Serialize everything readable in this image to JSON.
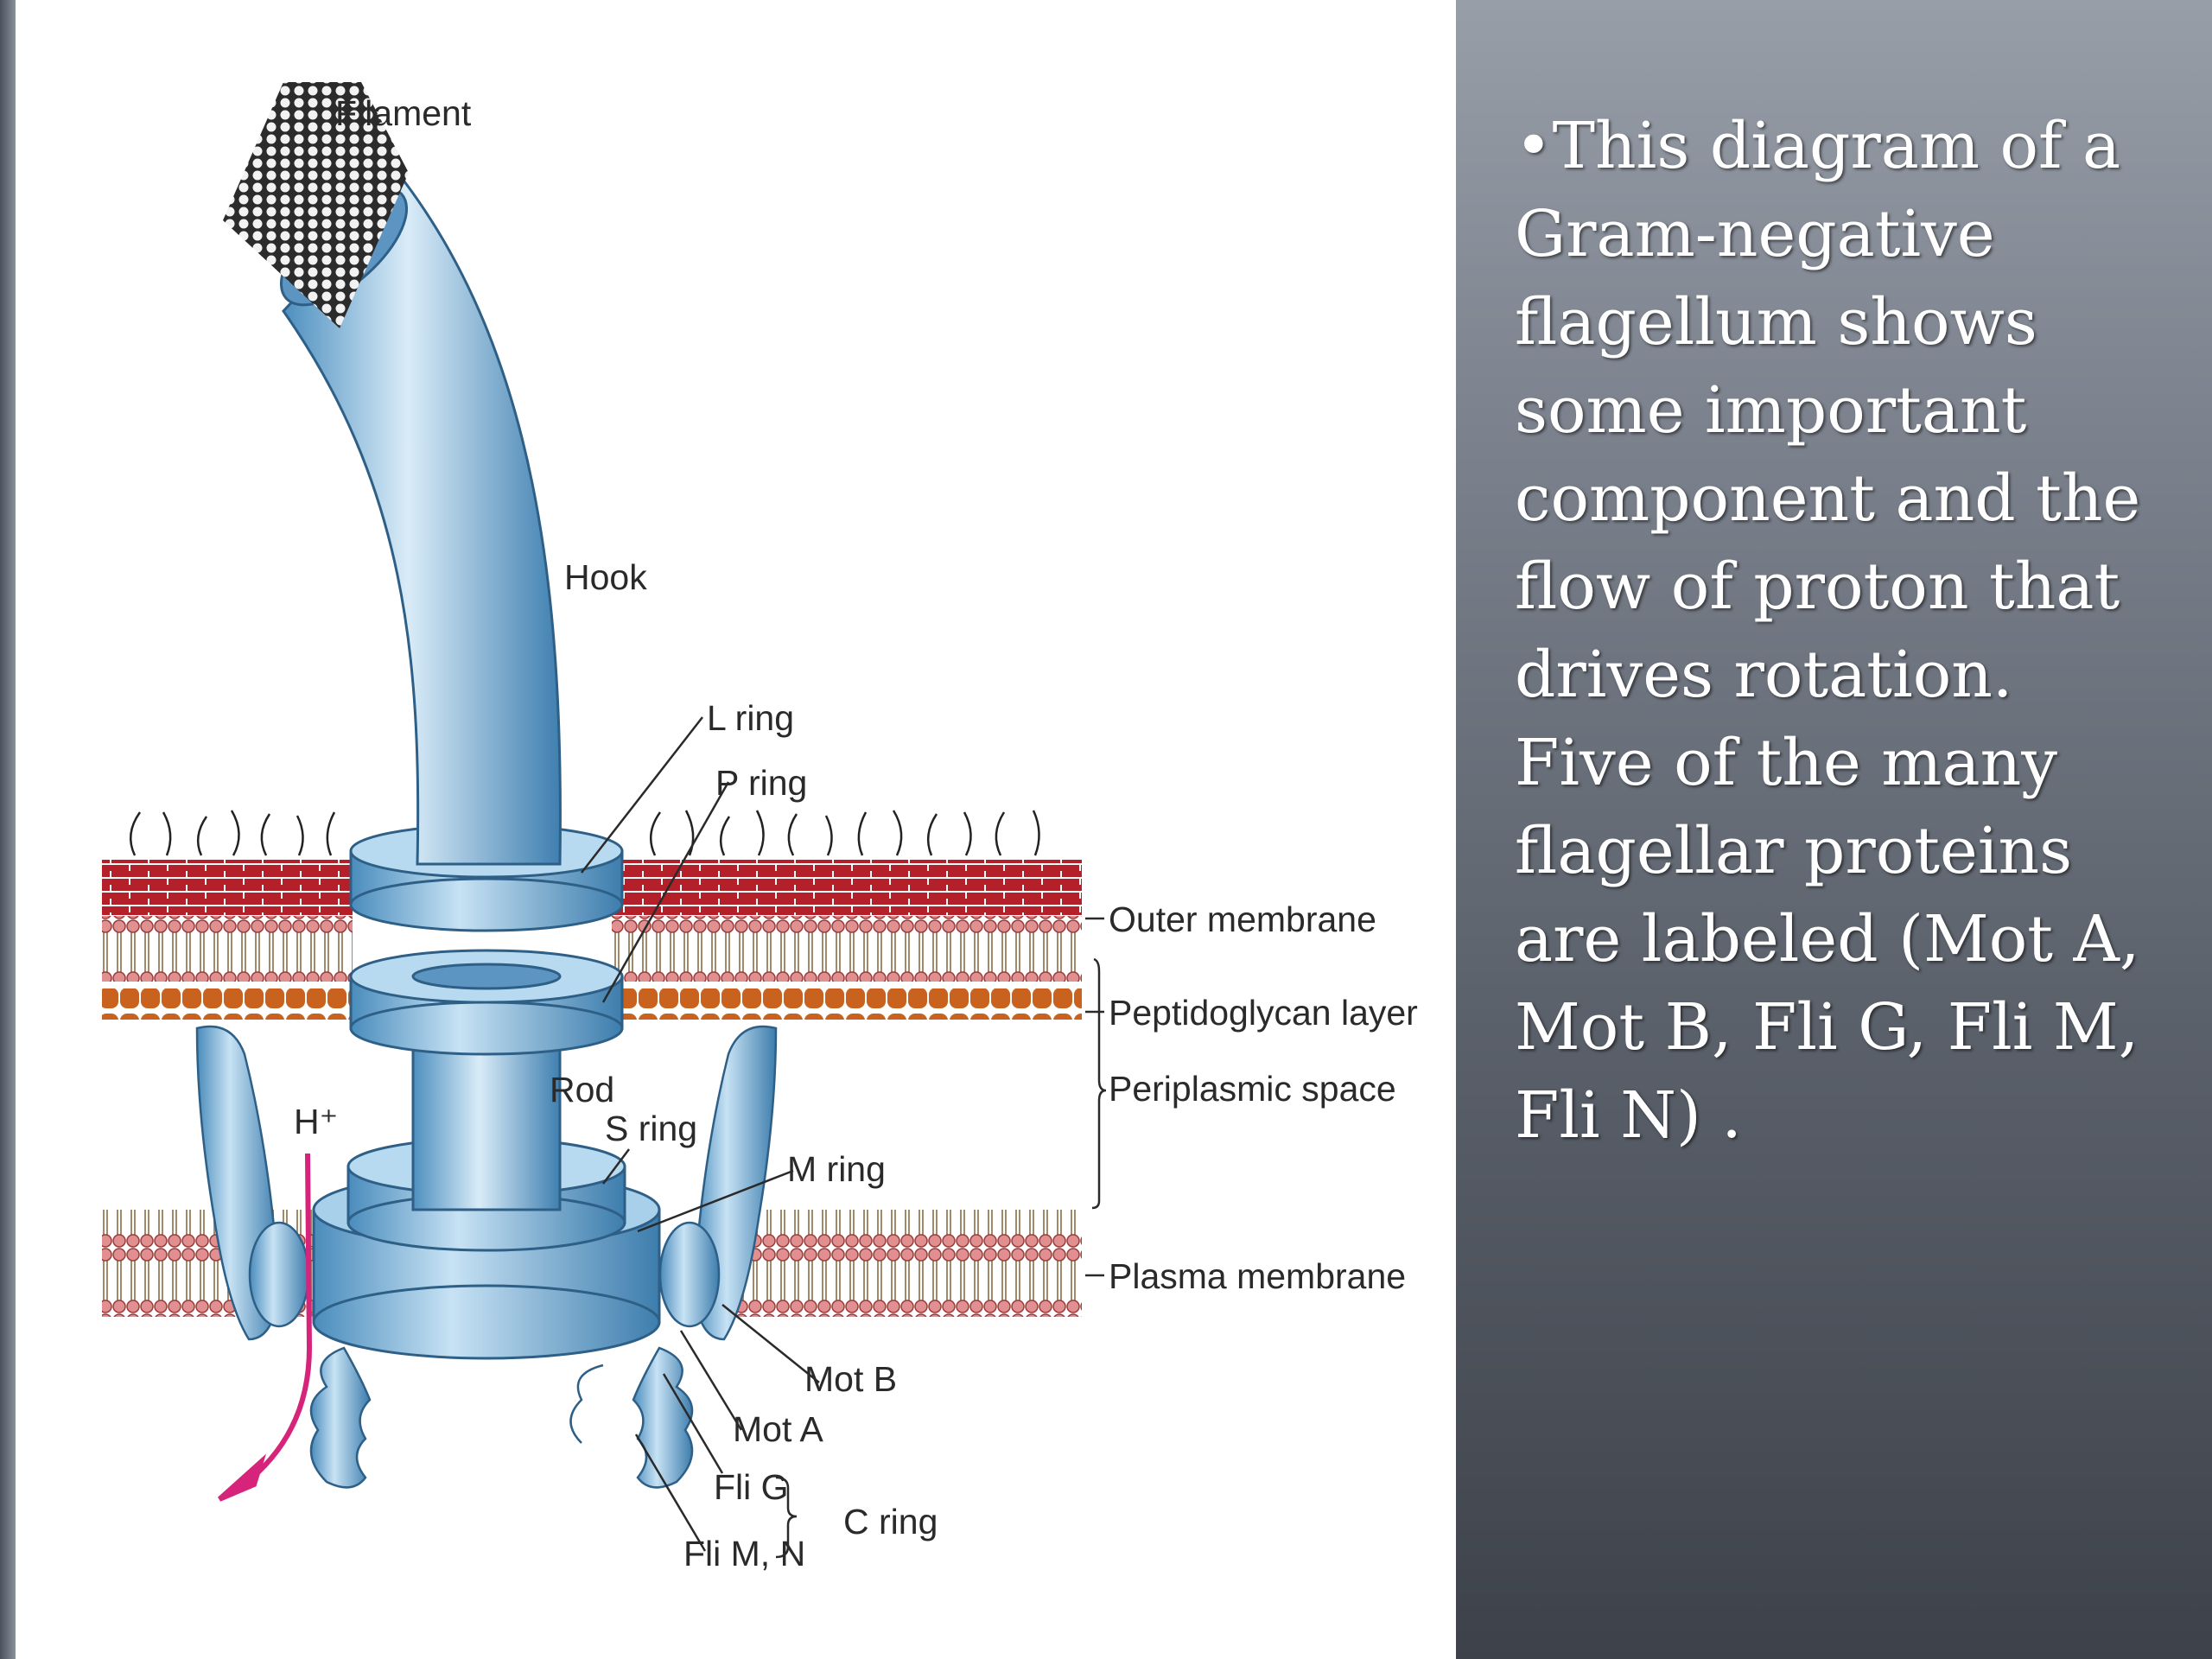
{
  "labels": {
    "filament": "Filament",
    "hook": "Hook",
    "l_ring": "L ring",
    "p_ring": "P ring",
    "outer_membrane": "Outer membrane",
    "peptidoglycan_layer": "Peptidoglycan layer",
    "periplasmic_space": "Periplasmic space",
    "rod": "Rod",
    "s_ring": "S ring",
    "m_ring": "M ring",
    "h_plus": "H⁺",
    "plasma_membrane": "Plasma membrane",
    "mot_b": "Mot B",
    "mot_a": "Mot A",
    "fli_g": "Fli G",
    "fli_mn": "Fli M, N",
    "c_ring": "C ring"
  },
  "caption": "•This diagram of a Gram-negative flagellum shows some important component and the flow of proton that drives rotation. Five of the many flagellar proteins are labeled (Mot A, Mot B, Fli G, Fli M, Fli N) .",
  "colors": {
    "protein": "#7fb4d8",
    "outer_membrane": "#b5202a",
    "peptidoglycan": "#c8621e",
    "lipid_head": "#d98080",
    "proton_arrow": "#d6247a",
    "panel": "#6b717b"
  }
}
